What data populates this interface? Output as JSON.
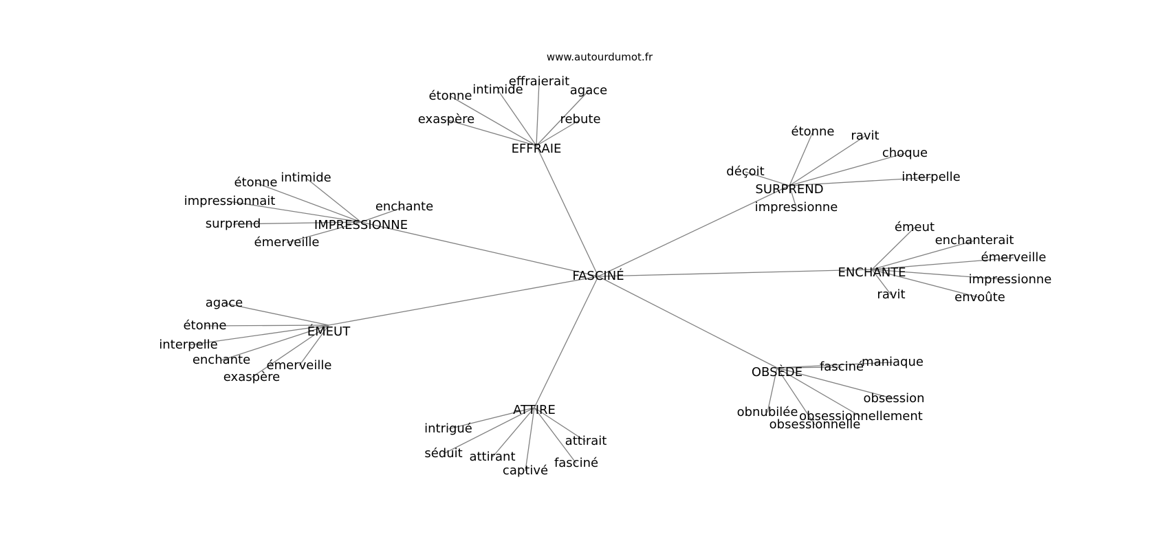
{
  "site": "www.autourdumot.fr",
  "colors": {
    "edge": "#808080",
    "text": "#000000",
    "background": "#ffffff"
  },
  "graph": {
    "center": "FASCINÉ",
    "hubs": [
      {
        "label": "EFFRAIE",
        "leaves": [
          "étonne",
          "intimide",
          "effraierait",
          "agace",
          "exaspère",
          "rebute"
        ]
      },
      {
        "label": "SURPREND",
        "leaves": [
          "étonne",
          "ravit",
          "choque",
          "déçoit",
          "interpelle",
          "impressionne"
        ]
      },
      {
        "label": "IMPRESSIONNE",
        "leaves": [
          "étonne",
          "intimide",
          "impressionnait",
          "enchante",
          "surprend",
          "émerveille"
        ]
      },
      {
        "label": "ENCHANTE",
        "leaves": [
          "émeut",
          "enchanterait",
          "émerveille",
          "impressionne",
          "ravit",
          "envoûte"
        ]
      },
      {
        "label": "ÉMEUT",
        "leaves": [
          "agace",
          "étonne",
          "interpelle",
          "enchante",
          "émerveille",
          "exaspère"
        ]
      },
      {
        "label": "OBSÈDE",
        "leaves": [
          "maniaque",
          "fasciné",
          "obsession",
          "obnubilée",
          "obsessionnellement",
          "obsessionnelle"
        ]
      },
      {
        "label": "ATTIRE",
        "leaves": [
          "intrigué",
          "attirait",
          "séduit",
          "attirant",
          "fasciné",
          "captivé"
        ]
      }
    ]
  }
}
